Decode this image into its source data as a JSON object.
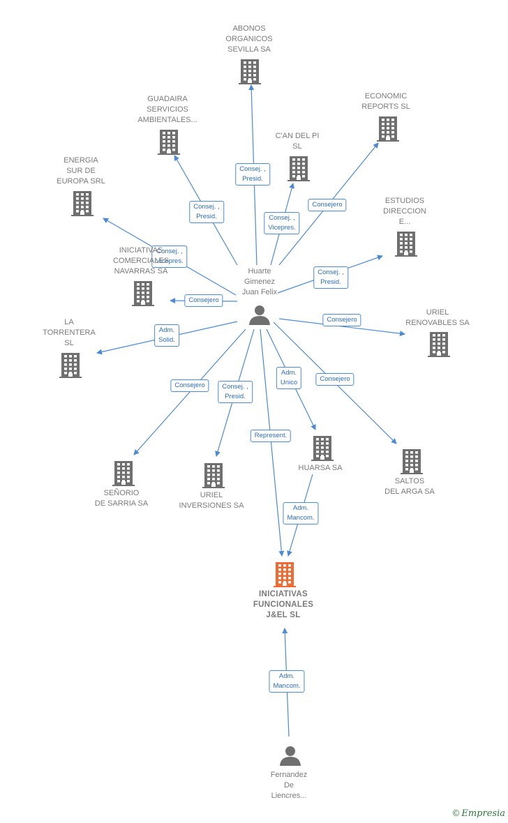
{
  "colors": {
    "edge": "#4a8ad6",
    "building": "#6f6f6f",
    "focus_building": "#f06a33",
    "person": "#6f6f6f",
    "brand": "#2b7a3a"
  },
  "nodes": [
    {
      "id": "huarte",
      "type": "person",
      "label": "Huarte\nGimenez\nJuan Felix"
    },
    {
      "id": "fernandez",
      "type": "person",
      "label": "Fernandez\nDe\nLiencres..."
    },
    {
      "id": "iniciativas_focus",
      "type": "building-focus",
      "label": "INICIATIVAS\nFUNCIONALES\nJ&EL  SL"
    },
    {
      "id": "abonos",
      "type": "building",
      "label": "ABONOS\nORGANICOS\nSEVILLA SA"
    },
    {
      "id": "guadaira",
      "type": "building",
      "label": "GUADAIRA\nSERVICIOS\nAMBIENTALES..."
    },
    {
      "id": "economic",
      "type": "building",
      "label": "ECONOMIC\nREPORTS SL"
    },
    {
      "id": "canpi",
      "type": "building",
      "label": "C'AN DEL PI\nSL"
    },
    {
      "id": "energia",
      "type": "building",
      "label": "ENERGIA\nSUR DE\nEUROPA SRL"
    },
    {
      "id": "estudios",
      "type": "building",
      "label": "ESTUDIOS\nDIRECCION\nE..."
    },
    {
      "id": "iniciativas_navarras",
      "type": "building",
      "label": "INICIATIVAS\nCOMERCIALES\nNAVARRAS SA"
    },
    {
      "id": "uriel_renovables",
      "type": "building",
      "label": "URIEL\nRENOVABLES SA"
    },
    {
      "id": "torrentera",
      "type": "building",
      "label": "LA\nTORRENTERA\nSL"
    },
    {
      "id": "senorio",
      "type": "building",
      "label": "SEÑORIO\nDE SARRIA SA"
    },
    {
      "id": "uriel_inversiones",
      "type": "building",
      "label": "URIEL\nINVERSIONES SA"
    },
    {
      "id": "huarsa",
      "type": "building",
      "label": "HUARSA SA"
    },
    {
      "id": "saltos",
      "type": "building",
      "label": "SALTOS\nDEL ARGA SA"
    }
  ],
  "edges": [
    {
      "from": "huarte",
      "to": "abonos",
      "label": "Consej. ,\nPresid."
    },
    {
      "from": "huarte",
      "to": "guadaira",
      "label": "Consej. ,\nPresid."
    },
    {
      "from": "huarte",
      "to": "canpi",
      "label": "Consej. ,\nVicepres."
    },
    {
      "from": "huarte",
      "to": "economic",
      "label": "Consejero"
    },
    {
      "from": "huarte",
      "to": "energia",
      "label": "Consej. ,\nVicepres."
    },
    {
      "from": "huarte",
      "to": "estudios",
      "label": "Consej. ,\nPresid."
    },
    {
      "from": "huarte",
      "to": "iniciativas_navarras",
      "label": "Consejero"
    },
    {
      "from": "huarte",
      "to": "uriel_renovables",
      "label": "Consejero"
    },
    {
      "from": "huarte",
      "to": "torrentera",
      "label": "Adm.\nSolid."
    },
    {
      "from": "huarte",
      "to": "senorio",
      "label": "Consejero"
    },
    {
      "from": "huarte",
      "to": "uriel_inversiones",
      "label": "Consej. ,\nPresid."
    },
    {
      "from": "huarte",
      "to": "huarsa",
      "label": "Adm.\nUnico"
    },
    {
      "from": "huarte",
      "to": "saltos",
      "label": "Consejero"
    },
    {
      "from": "huarte",
      "to": "iniciativas_focus",
      "label": "Represent."
    },
    {
      "from": "huarsa",
      "to": "iniciativas_focus",
      "label": "Adm.\nMancom."
    },
    {
      "from": "fernandez",
      "to": "iniciativas_focus",
      "label": "Adm.\nMancom."
    }
  ],
  "footer": {
    "symbol": "©",
    "brand": "Empresia"
  }
}
